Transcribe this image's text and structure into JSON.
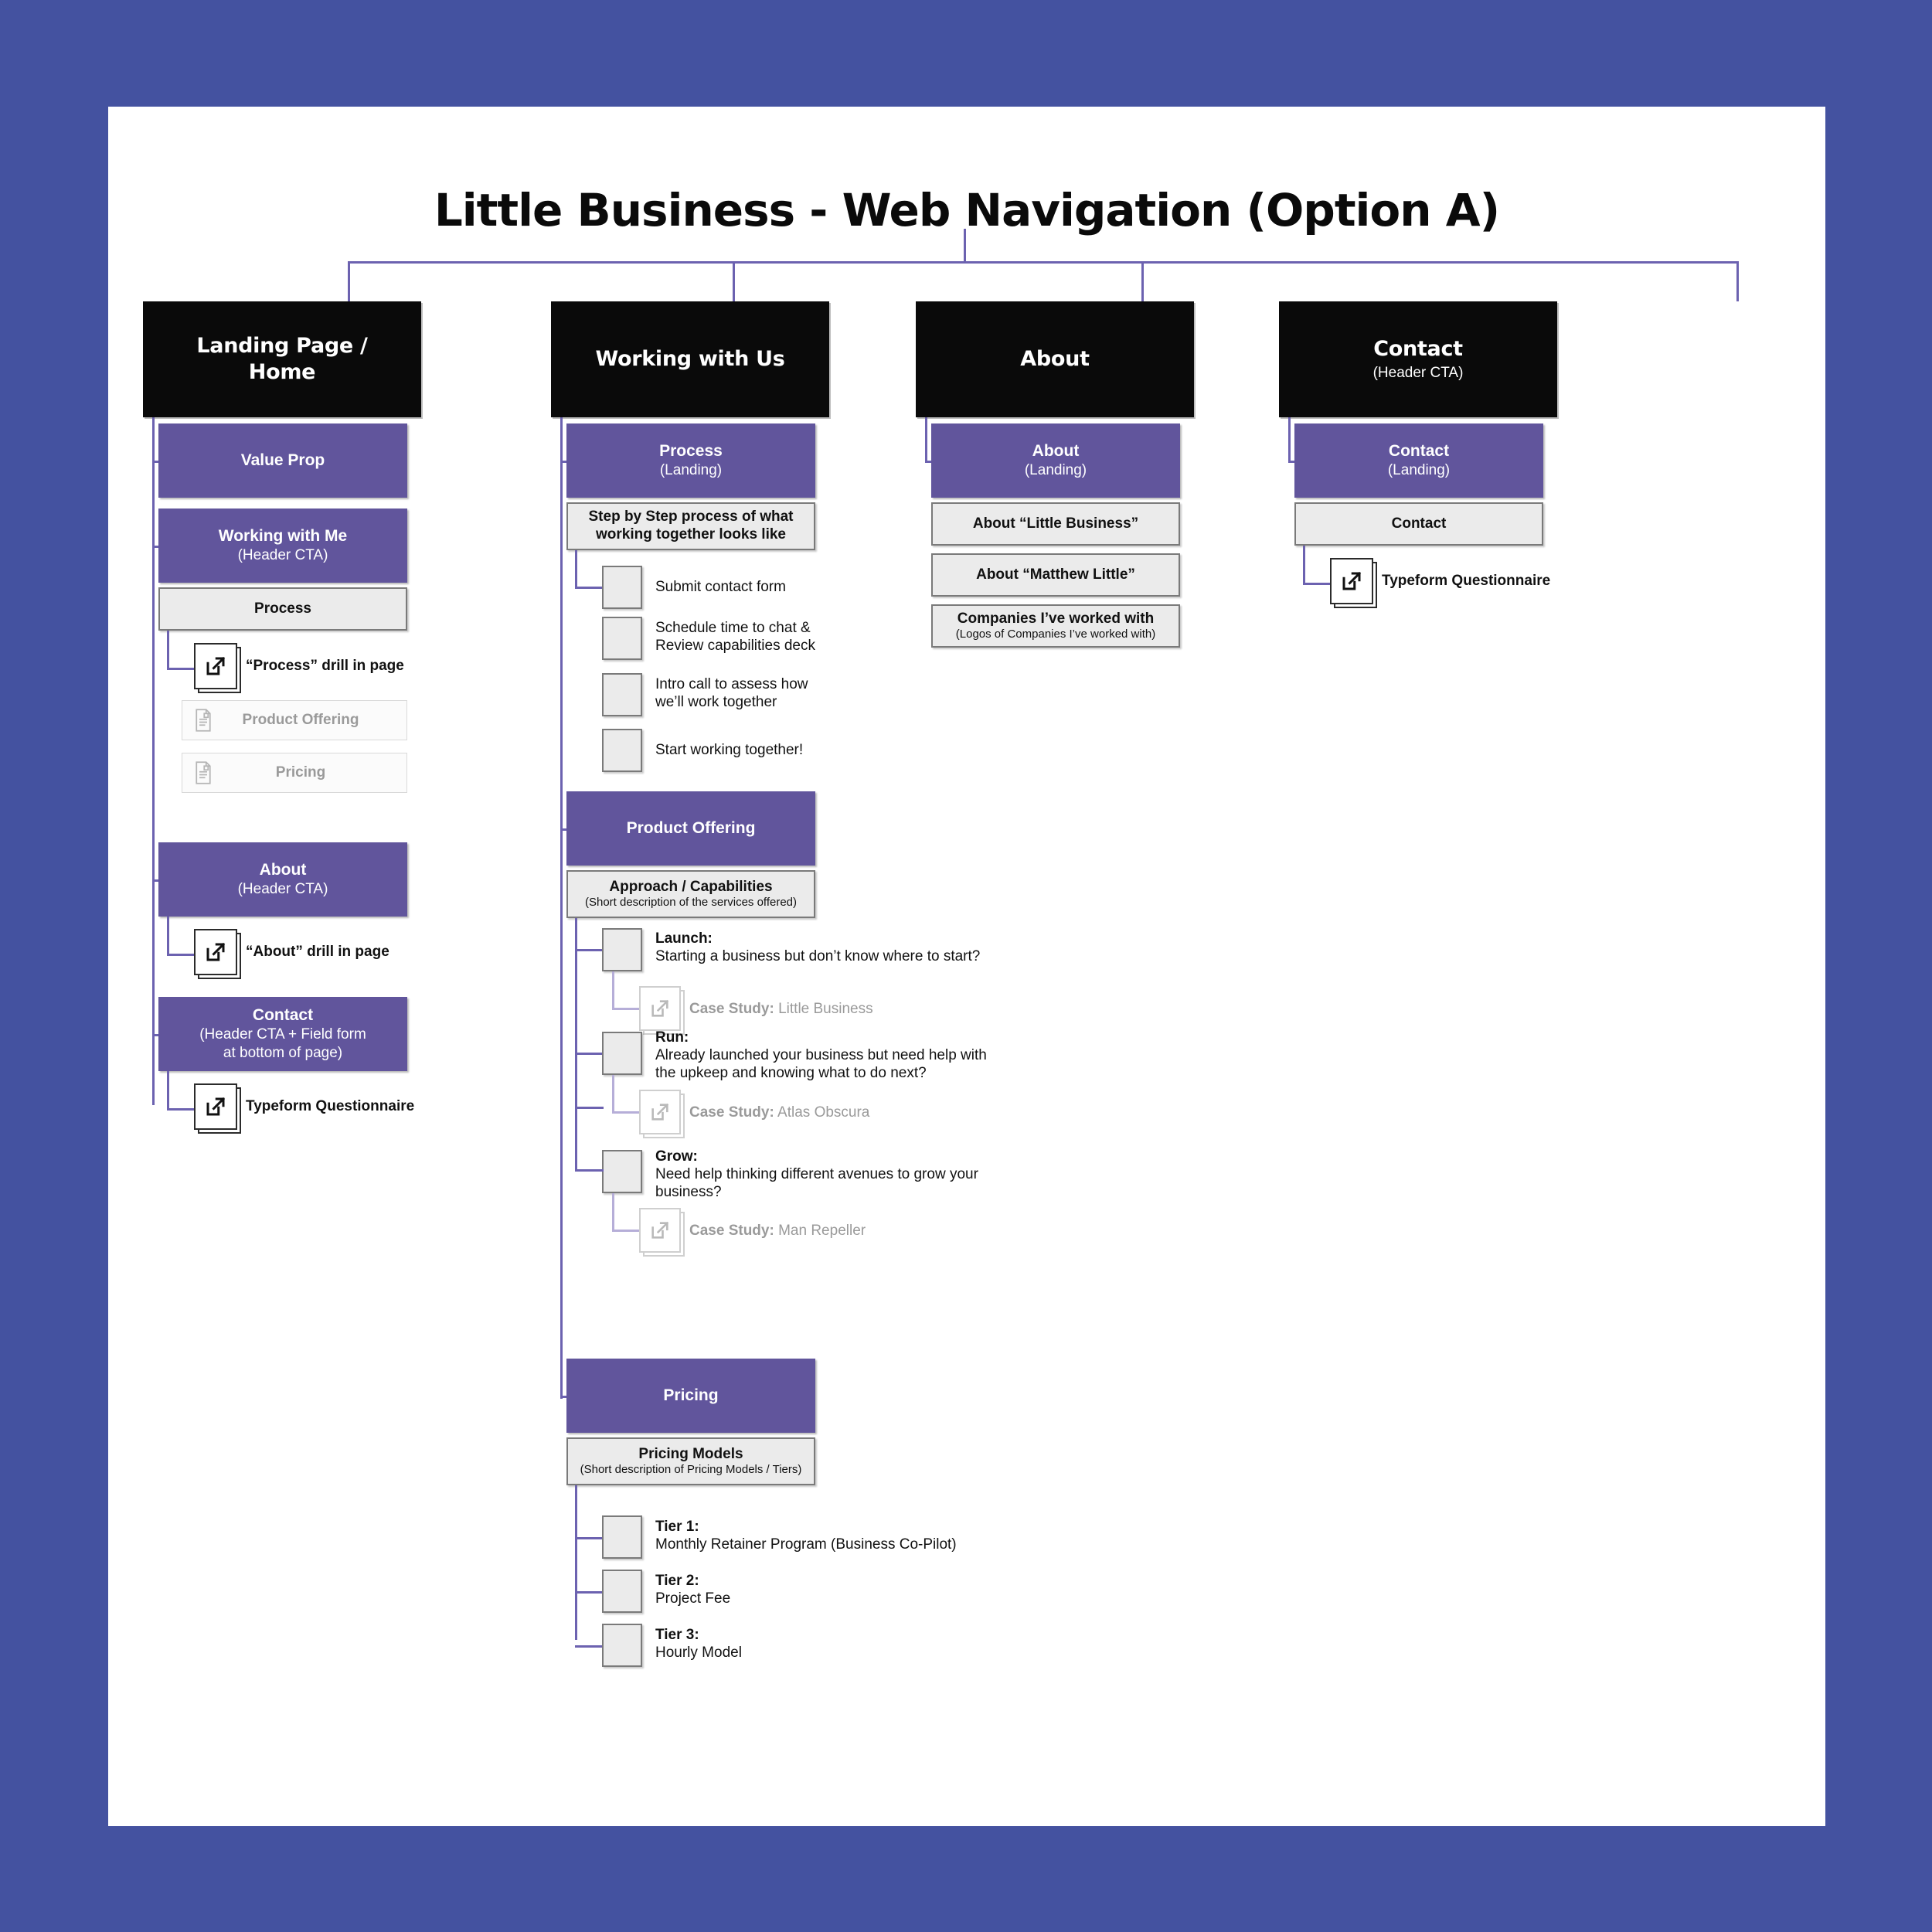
{
  "page": {
    "title": "Little Business - Web Navigation (Option A)",
    "canvas_bg": "#ffffff",
    "backdrop": "#4452a0",
    "accent_purple": "#61559c",
    "connector": "#6c62b0",
    "node_black": "#0a0a0a",
    "node_grey": "#ebebeb"
  },
  "columns": [
    {
      "key": "landing",
      "root": {
        "title": "Landing Page /",
        "title2": "Home",
        "subtitle": ""
      },
      "children": [
        {
          "type": "purple",
          "title": "Value Prop",
          "subtitle": ""
        },
        {
          "type": "purple",
          "title": "Working with Me",
          "subtitle": "(Header CTA)"
        },
        {
          "type": "grey",
          "title": "Process",
          "subtitle": ""
        },
        {
          "type": "extlink",
          "bold": "“Process” drill in page",
          "plain": "",
          "icon": "external-link-icon"
        },
        {
          "type": "ghost",
          "title": "Product Offering",
          "icon": "document-icon"
        },
        {
          "type": "ghost",
          "title": "Pricing",
          "icon": "document-icon"
        },
        {
          "type": "purple",
          "title": "About",
          "subtitle": "(Header CTA)"
        },
        {
          "type": "extlink",
          "bold": "“About” drill in page",
          "plain": "",
          "icon": "external-link-icon"
        },
        {
          "type": "purple",
          "title": "Contact",
          "subtitle": "(Header CTA + Field form",
          "subtitle2": "at bottom of page)"
        },
        {
          "type": "extlink",
          "bold": "Typeform Questionnaire",
          "plain": "",
          "icon": "external-link-icon"
        }
      ]
    },
    {
      "key": "working",
      "root": {
        "title": "Working with Us",
        "title2": "",
        "subtitle": ""
      },
      "sections": [
        {
          "head": {
            "title": "Process",
            "subtitle": "(Landing)"
          },
          "card": {
            "line1": "Step by Step process of what",
            "line2": "working together looks like"
          },
          "steps": [
            {
              "bold": "",
              "text": "Submit contact form"
            },
            {
              "bold": "",
              "text": "Schedule time to chat &",
              "text2": "Review capabilities deck"
            },
            {
              "bold": "",
              "text": "Intro call to assess how",
              "text2": "we’ll work together"
            },
            {
              "bold": "",
              "text": "Start working together!"
            }
          ]
        },
        {
          "head": {
            "title": "Product Offering",
            "subtitle": ""
          },
          "card": {
            "line1": "Approach / Capabilities",
            "line2": "(Short description of the services offered)"
          },
          "steps": [
            {
              "bold": "Launch:",
              "text": "Starting a business but don’t know where to start?",
              "case_study": {
                "label": "Case Study:",
                "name": "Little Business",
                "icon": "external-link-icon"
              }
            },
            {
              "bold": "Run:",
              "text": "Already launched your business but need help with",
              "text2": "the upkeep and knowing what to do next?",
              "case_study": {
                "label": "Case Study:",
                "name": "Atlas Obscura",
                "icon": "external-link-icon"
              }
            },
            {
              "bold": "Grow:",
              "text": "Need help thinking different avenues to grow your",
              "text2": "business?",
              "case_study": {
                "label": "Case Study:",
                "name": "Man Repeller",
                "icon": "external-link-icon"
              }
            }
          ]
        },
        {
          "head": {
            "title": "Pricing",
            "subtitle": ""
          },
          "card": {
            "line1": "Pricing Models",
            "line2": "(Short description of Pricing Models / Tiers)"
          },
          "steps": [
            {
              "bold": "Tier 1:",
              "text": "Monthly Retainer Program (Business Co-Pilot)"
            },
            {
              "bold": "Tier 2:",
              "text": "Project Fee"
            },
            {
              "bold": "Tier 3:",
              "text": "Hourly Model"
            }
          ]
        }
      ]
    },
    {
      "key": "about",
      "root": {
        "title": "About",
        "title2": "",
        "subtitle": ""
      },
      "children": [
        {
          "type": "purple",
          "title": "About",
          "subtitle": "(Landing)"
        },
        {
          "type": "grey",
          "title": "About “Little Business”",
          "subtitle": ""
        },
        {
          "type": "grey",
          "title": "About “Matthew Little”",
          "subtitle": ""
        },
        {
          "type": "grey",
          "title": "Companies I’ve worked with",
          "subtitle": "(Logos of Companies I’ve worked with)"
        }
      ]
    },
    {
      "key": "contact",
      "root": {
        "title": "Contact",
        "title2": "",
        "subtitle": "(Header CTA)"
      },
      "children": [
        {
          "type": "purple",
          "title": "Contact",
          "subtitle": "(Landing)"
        },
        {
          "type": "grey",
          "title": "Contact",
          "subtitle": ""
        },
        {
          "type": "extlink",
          "bold": "Typeform Questionnaire",
          "plain": "",
          "icon": "external-link-icon"
        }
      ]
    }
  ]
}
